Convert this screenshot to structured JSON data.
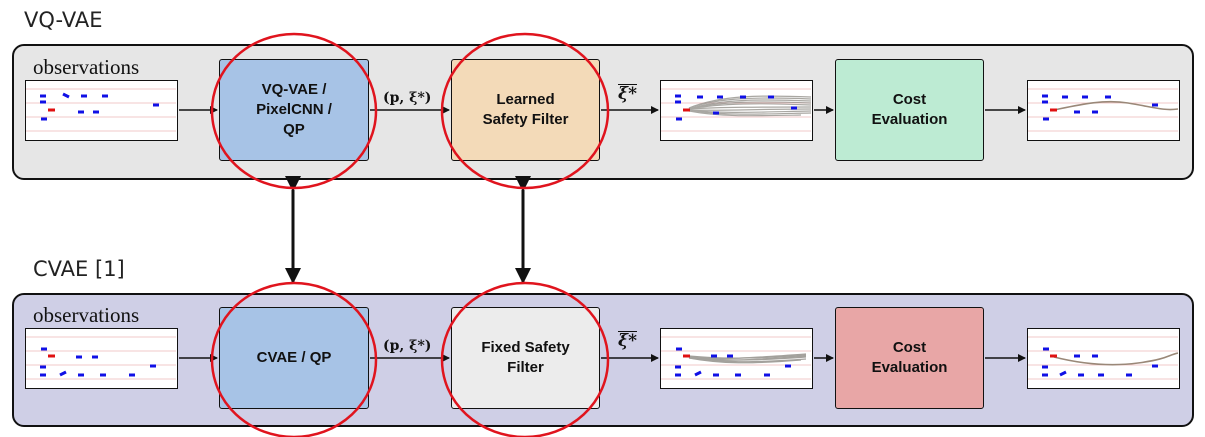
{
  "top": {
    "title": "VQ-VAE",
    "observations_label": "observations",
    "model_box": "VQ-VAE /\nPixelCNN /\nQP",
    "params_label": "(p, ξ*)",
    "filter_box": "Learned\nSafety Filter",
    "xi_label": "ξ*",
    "cost_box": "Cost\nEvaluation"
  },
  "bottom": {
    "title": "CVAE [1]",
    "observations_label": "observations",
    "model_box": "CVAE / QP",
    "params_label": "(p, ξ*)",
    "filter_box": "Fixed Safety\nFilter",
    "xi_label": "ξ*",
    "cost_box": "Cost\nEvaluation"
  },
  "colors": {
    "top_panel_bg": "#e6e6e6",
    "bottom_panel_bg": "#cfcfe6",
    "model_box": "#a7c3e6",
    "learned_filter": "#f3dab8",
    "fixed_filter": "#ececec",
    "cost_top": "#bdebd3",
    "cost_bottom": "#e8a6a6",
    "highlight_circle": "#e0141e",
    "obstacle": "#1010e6",
    "ego": "#e01010"
  }
}
